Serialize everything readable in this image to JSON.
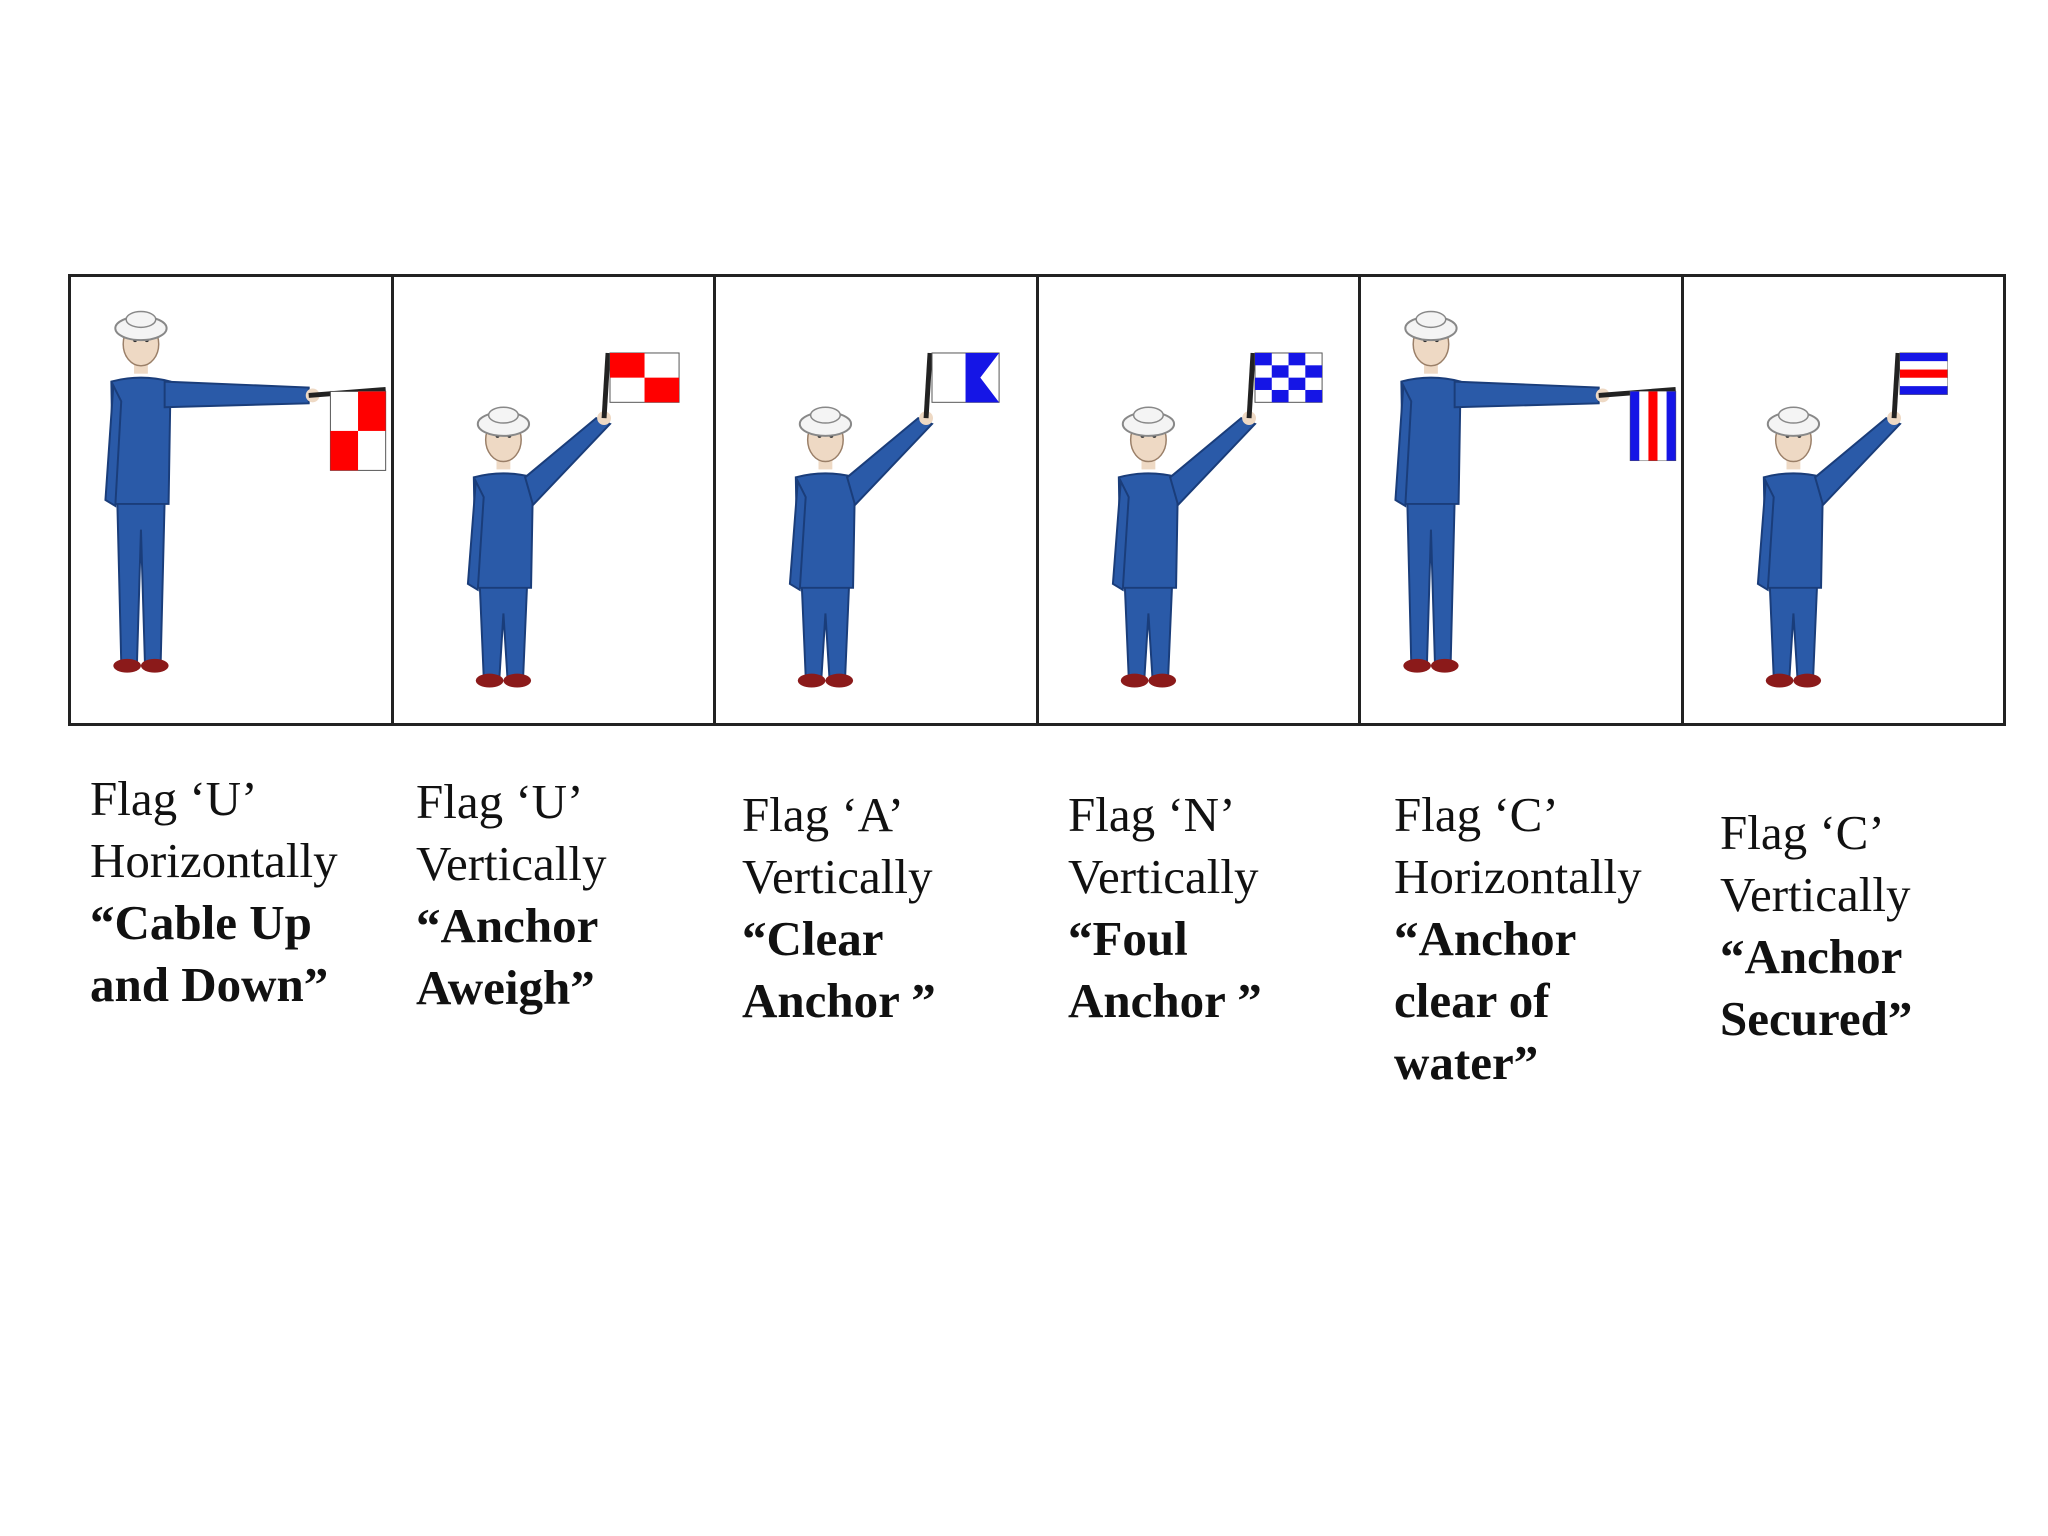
{
  "signals": [
    {
      "pose": "horizontal",
      "flag": "U",
      "caption": [
        "Flag ‘U’",
        "Horizontally"
      ],
      "meaning": [
        "“Cable Up",
        "and Down”"
      ]
    },
    {
      "pose": "vertical",
      "flag": "U",
      "caption": [
        "Flag ‘U’",
        "Vertically"
      ],
      "meaning": [
        "“Anchor",
        "Aweigh”"
      ]
    },
    {
      "pose": "vertical",
      "flag": "A",
      "caption": [
        "Flag ‘A’",
        "Vertically"
      ],
      "meaning": [
        "“Clear",
        "Anchor ”"
      ]
    },
    {
      "pose": "vertical",
      "flag": "N",
      "caption": [
        "Flag ‘N’",
        "Vertically"
      ],
      "meaning": [
        "“Foul",
        "Anchor ”"
      ]
    },
    {
      "pose": "horizontal",
      "flag": "C",
      "caption": [
        "Flag ‘C’",
        "Horizontally"
      ],
      "meaning": [
        "“Anchor",
        "clear of",
        "water”"
      ]
    },
    {
      "pose": "vertical",
      "flag": "C",
      "caption": [
        "Flag ‘C’",
        "Vertically"
      ],
      "meaning": [
        "“Anchor",
        "Secured”"
      ]
    }
  ],
  "colors": {
    "uniform": "#2a5aa8",
    "uniform_dark": "#1a3d7a",
    "shoes": "#8b1a1a",
    "cap": "#f4f4f4",
    "skin": "#eed9c4",
    "flag_red": "#ff0000",
    "flag_blue": "#1515e6",
    "flag_white": "#ffffff",
    "staff": "#222222",
    "border": "#222222"
  }
}
